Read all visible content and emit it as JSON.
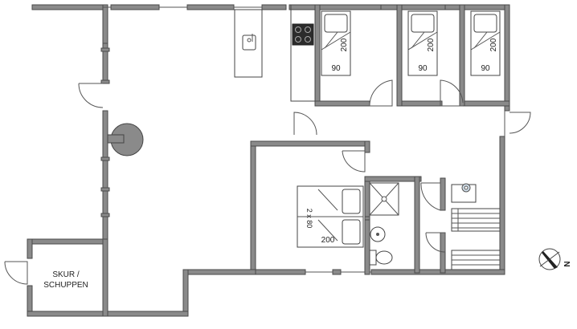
{
  "beds": {
    "bed1": {
      "length": "200",
      "width": "90"
    },
    "bed2": {
      "length": "200",
      "width": "90"
    },
    "bed3": {
      "length": "200",
      "width": "90"
    },
    "double": {
      "size": "2 x 80",
      "length": "200"
    }
  },
  "rooms": {
    "shed_line1": "SKUR /",
    "shed_line2": "SCHUPPEN"
  },
  "compass": {
    "letter": "N"
  },
  "colors": {
    "wall": "#8a8a8a",
    "line": "#555555",
    "background": "#ffffff"
  }
}
